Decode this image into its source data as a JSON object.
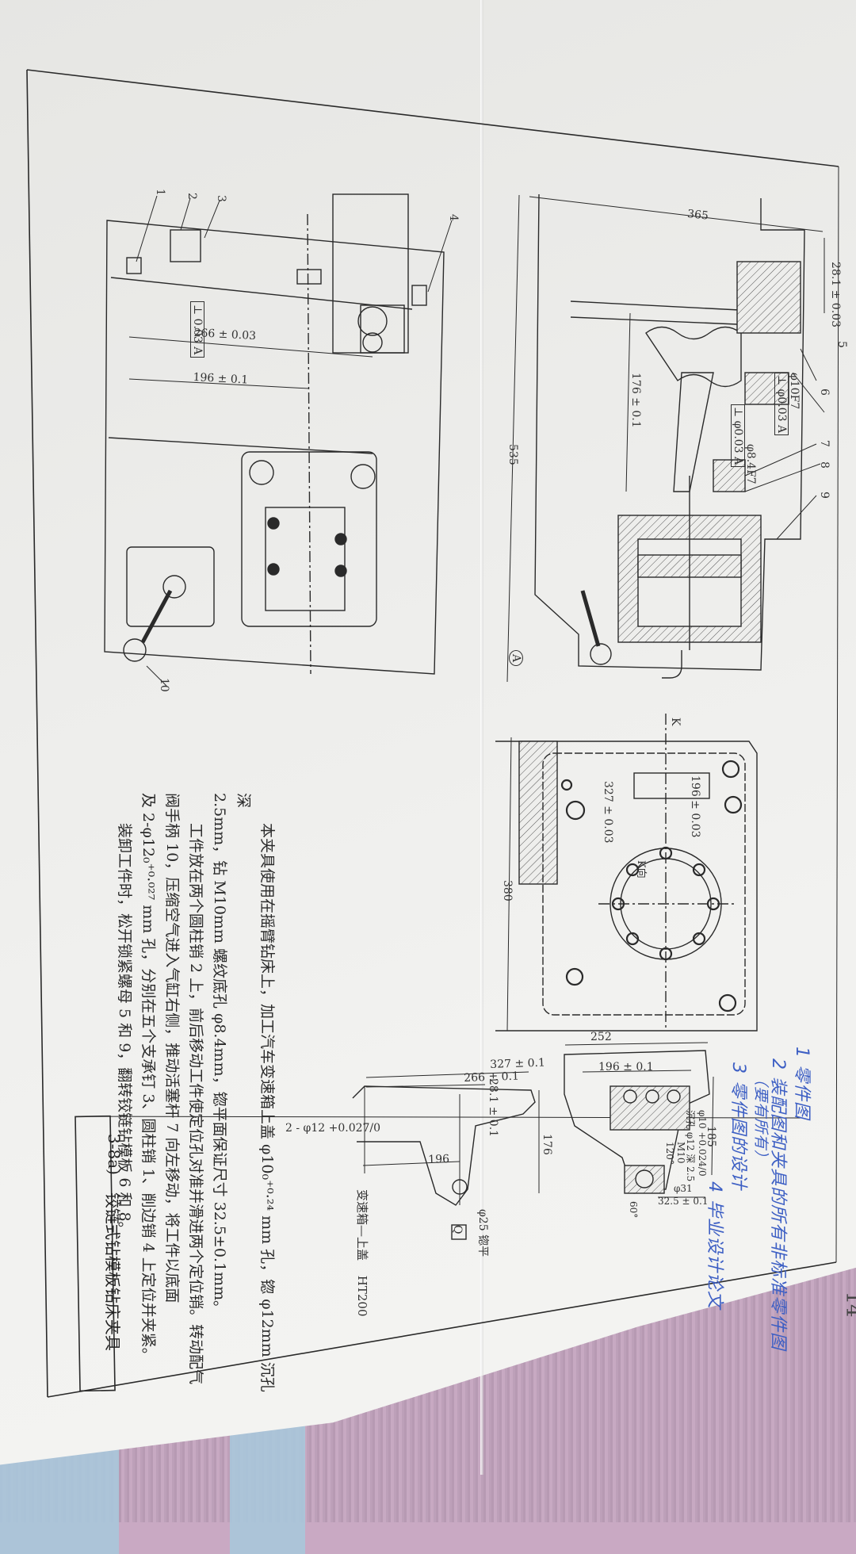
{
  "document": {
    "figure_number": "3-8a)",
    "figure_title": "铰链式钻模板钻床夹具",
    "page_number_fragment": "14",
    "part_label": "变速箱—上盖",
    "part_material": "HT200",
    "view_label_k": "K",
    "view_label_k_direction": "K向",
    "datum_label": "A"
  },
  "description": {
    "lines": [
      "本夹具使用在摇臂钻床上，加工汽车变速箱上盖 φ10₀⁺⁰·²⁴ mm 孔，锪 φ12mm 沉孔深",
      "2.5mm，钻 M10mm 螺纹底孔 φ8.4mm，锪平面保证尺寸 32.5±0.1mm。",
      "工件放在两个圆柱销 2 上，前后移动工件使定位孔对准并滑进两个定位销。转动配气",
      "阀手柄 10，压缩空气进入气缸右侧，推动活塞杆 7 向左移动，将工件以底面",
      "及 2-φ12₀⁺⁰·⁰²⁷ mm 孔，分别在五个支承钉 3、圆柱销 1、削边销 4 上定位并夹紧。",
      "装卸工件时，松开锁紧螺母 5 和 9，翻转铰链钻模板 6 和 8。"
    ]
  },
  "handwritten_notes": [
    "1 零件图",
    "2 装配图和夹具的所有非标准零件图",
    "（要有所有）",
    "3 零件图的设计",
    "4 毕业设计论文"
  ],
  "dimensions": {
    "top_view": [
      "266 ± 0.03",
      "196 ± 0.1",
      "⊥ 0.03 A"
    ],
    "main_view": [
      "365",
      "535",
      "176 ± 0.1",
      "28.1 ± 0.03",
      "φ10F7",
      "⊥ φ0.03 A",
      "φ8.4F7",
      "⊥ φ0.03 A"
    ],
    "k_view": [
      "196 ± 0.03",
      "327 ± 0.03",
      "380"
    ],
    "part_side": [
      "327 ± 0.1",
      "266 ± 0.1",
      "28.1 ± 0.1",
      "196",
      "176",
      "2 - φ12 +0.027/0",
      "φ25 锪平",
      "Q"
    ],
    "part_section": [
      "252",
      "196 ± 0.1",
      "185",
      "φ10 +0.024/0",
      "沉孔 φ12 深 2.5",
      "M10",
      "120°",
      "φ31",
      "32.5 ± 0.1",
      "60°"
    ]
  },
  "callouts": {
    "top_view": [
      "1",
      "2",
      "3",
      "4",
      "10"
    ],
    "main_view": [
      "5",
      "6",
      "7",
      "8",
      "9"
    ]
  },
  "colors": {
    "paper": "#eeeeec",
    "ink": "#2a2a2a",
    "handwriting": "#3d5fc4",
    "fabric_pink": "#c4a7c0",
    "fabric_blue": "#a9c6da"
  }
}
